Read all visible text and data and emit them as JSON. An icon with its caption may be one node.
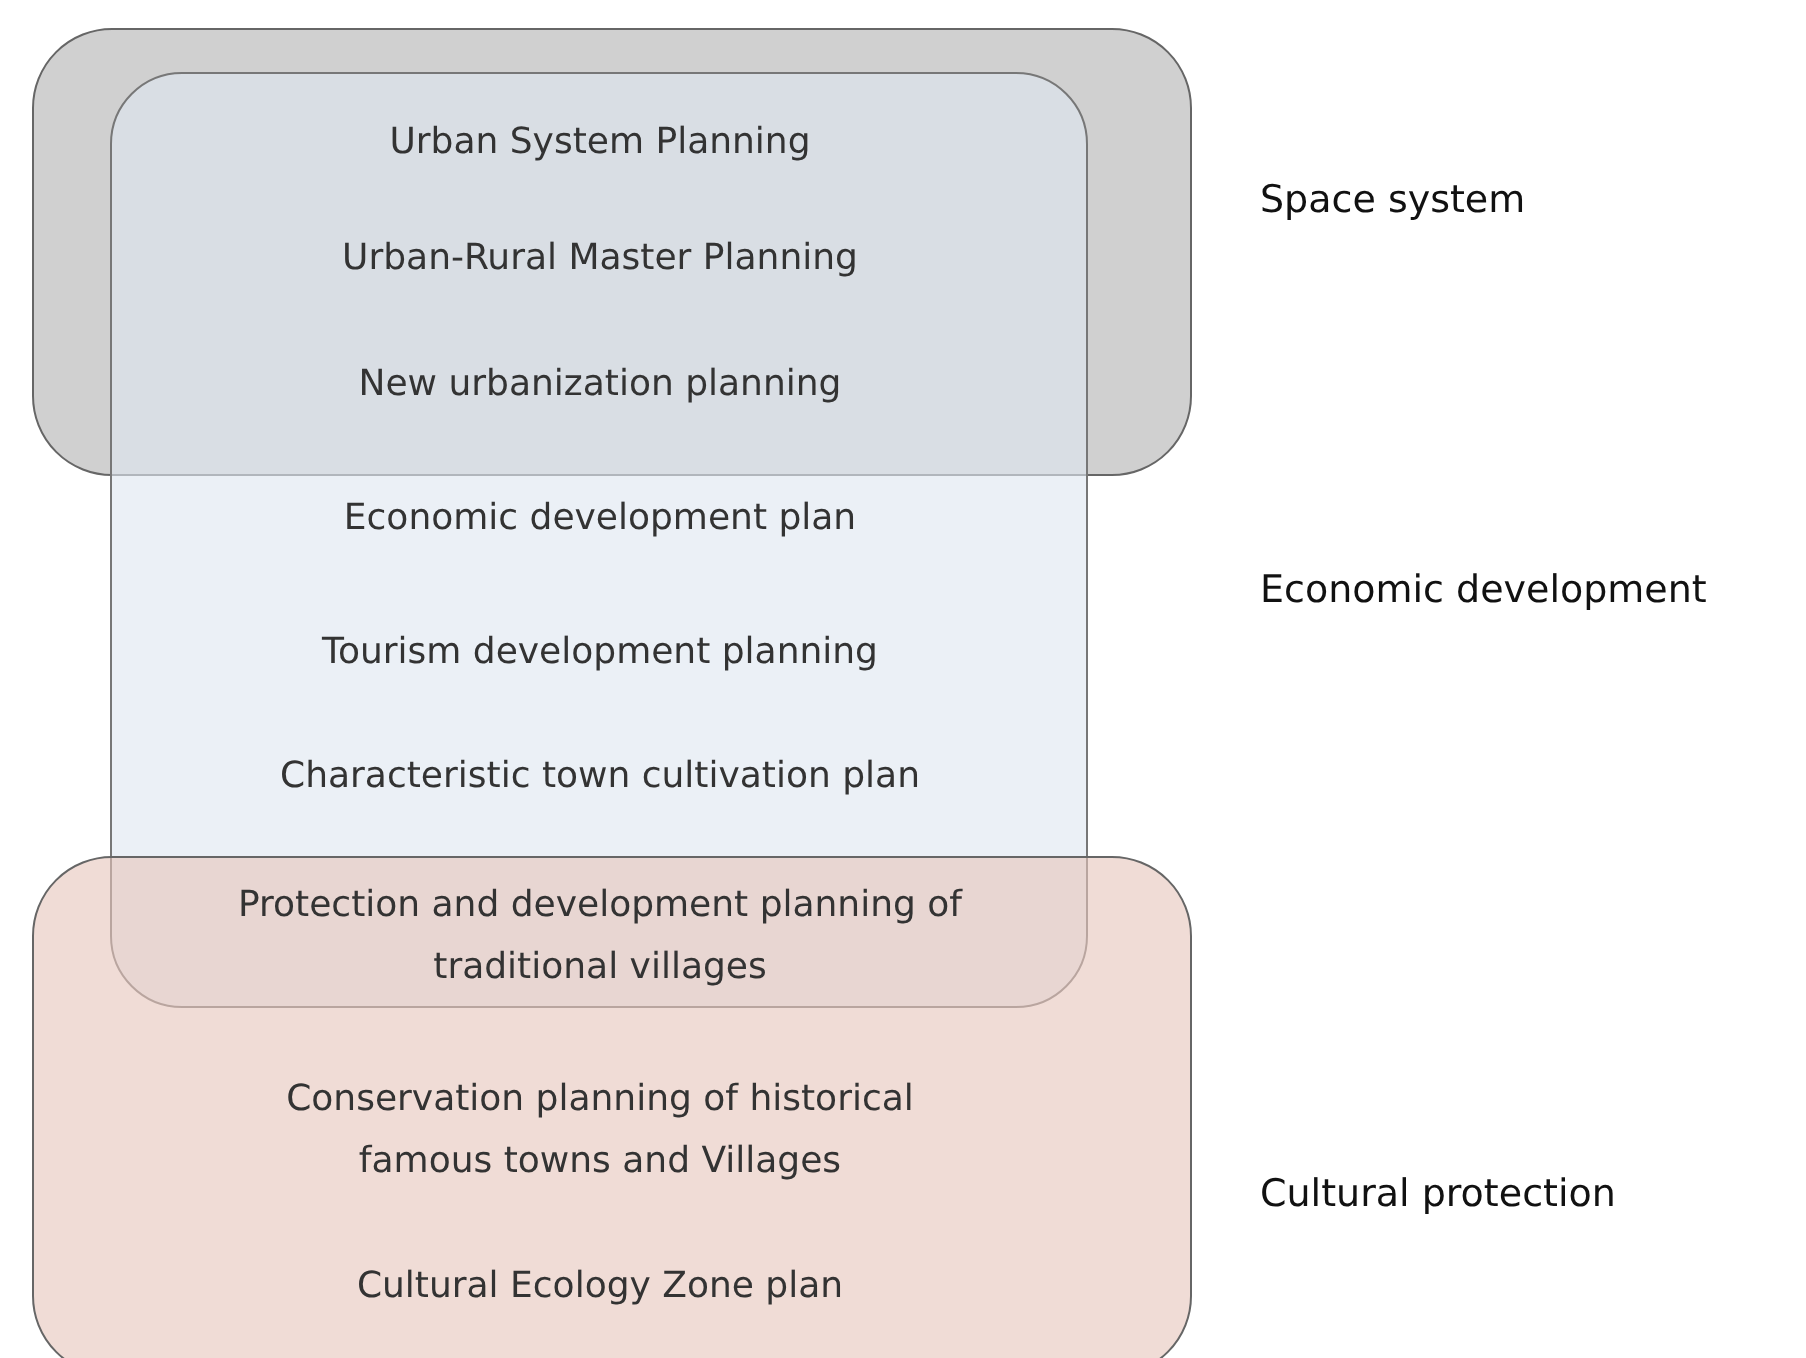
{
  "diagram": {
    "nodes": [
      {
        "text": [],
        "shape": "box"
      },
      {
        "text": [],
        "shape": "box"
      },
      {
        "text": [],
        "shape": "box"
      }
    ],
    "labels": [
      "Urban System Planning",
      "Space system",
      "Urban-Rural Master Planning",
      "New urbanization planning",
      "Economic development plan",
      "Economic development",
      "Tourism development planning",
      "Characteristic town cultivation plan",
      "Protection and development planning of traditional villages",
      "Conservation planning of historical famous towns and Villages",
      "Cultural protection",
      "Cultural Ecology Zone plan"
    ]
  }
}
